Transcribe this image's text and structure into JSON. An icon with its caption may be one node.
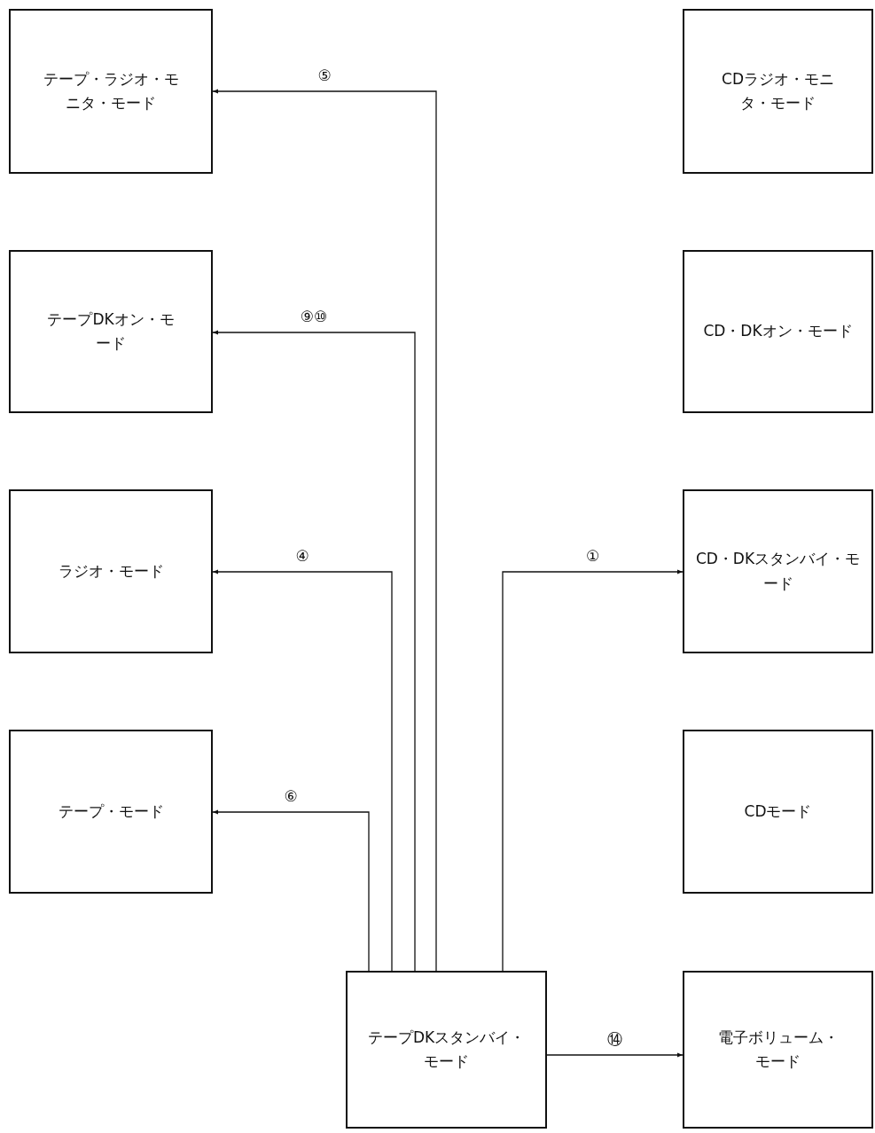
{
  "diagram": {
    "nodes": [
      {
        "text": [
          "テープ・ラジオ・モニタ・モード"
        ]
      },
      {
        "text": [
          "CDラジオ・モニタ・モード"
        ]
      },
      {
        "text": [
          "テープDKオン・モード"
        ]
      },
      {
        "text": [
          "CD・DKオン・モード"
        ]
      },
      {
        "text": [
          "ラジオ・モード"
        ]
      },
      {
        "text": [
          "CD・DKスタンバイ・モード"
        ]
      },
      {
        "text": [
          "テープ・モード"
        ]
      },
      {
        "text": [
          "CDモード"
        ]
      },
      {
        "text": [
          "テープDKスタンバイ・モード"
        ]
      },
      {
        "text": [
          "電子ボリューム・モード"
        ]
      }
    ],
    "edges": [
      {
        "from": 8,
        "to": 0,
        "arrow": "to",
        "label": "⑤"
      },
      {
        "from": 8,
        "to": 2,
        "arrow": "to",
        "label": "⑨⑩"
      },
      {
        "from": 8,
        "to": 4,
        "arrow": "to",
        "label": "④"
      },
      {
        "from": 8,
        "to": 6,
        "arrow": "to",
        "label": "⑥"
      },
      {
        "from": 8,
        "to": 5,
        "arrow": "to",
        "label": "①"
      },
      {
        "from": 8,
        "to": 9,
        "arrow": "to",
        "label": "⑭"
      }
    ]
  }
}
